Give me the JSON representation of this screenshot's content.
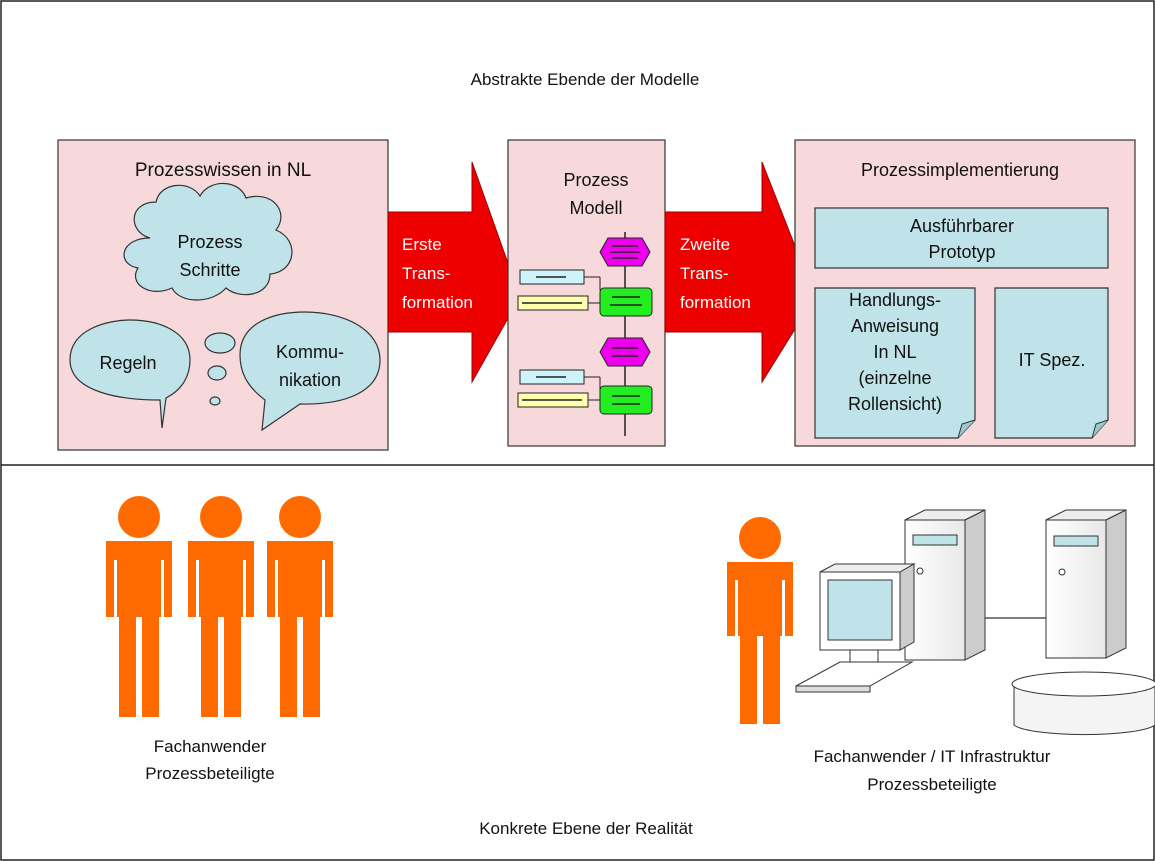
{
  "top_level_title": "Abstrakte Ebende der Modelle",
  "bottom_level_title": "Konkrete Ebene der Realität",
  "knowledge_box": {
    "title": "Prozesswissen in NL",
    "cloud_top": [
      "Prozess",
      "Schritte"
    ],
    "bubble_left": "Regeln",
    "bubble_right": [
      "Kommu-",
      "nikation"
    ]
  },
  "arrow_first": [
    "Erste",
    "Trans-",
    "formation"
  ],
  "model_box": {
    "title": [
      "Prozess",
      "Modell"
    ]
  },
  "arrow_second": [
    "Zweite",
    "Trans-",
    "formation"
  ],
  "implementation_box": {
    "title": "Prozessimplementierung",
    "prototype": [
      "Ausführbarer",
      "Prototyp"
    ],
    "instruction_doc": [
      "Handlungs-",
      "Anweisung",
      "In NL",
      "(einzelne",
      "Rollensicht)"
    ],
    "it_spec_doc": "IT Spez."
  },
  "left_group_caption": [
    "Fachanwender",
    "Prozessbeteiligte"
  ],
  "right_group_caption": [
    "Fachanwender / IT Infrastruktur",
    "Prozessbeteiligte"
  ],
  "colors": {
    "box_fill": "#f7d9dc",
    "bubble_fill": "#bfe3e9",
    "arrow_red": "#ee0000",
    "person_orange": "#ff6a00",
    "event_magenta": "#ee00ee",
    "function_green": "#22ee22",
    "org_cyan": "#ccf4fa",
    "info_yellow": "#ffffb0"
  }
}
